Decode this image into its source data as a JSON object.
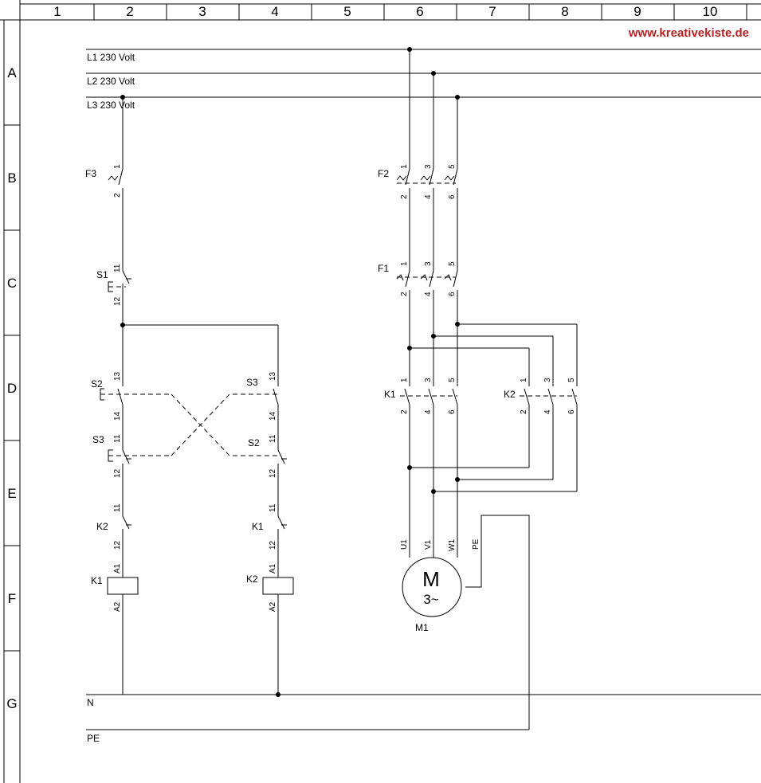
{
  "frame": {
    "columns": [
      "1",
      "2",
      "3",
      "4",
      "5",
      "6",
      "7",
      "8",
      "9",
      "10"
    ],
    "rows": [
      "A",
      "B",
      "C",
      "D",
      "E",
      "F",
      "G"
    ]
  },
  "website": "www.kreativekiste.de",
  "rails": {
    "l1": "L1 230 Volt",
    "l2": "L2 230 Volt",
    "l3": "L3 230 Volt",
    "n": "N",
    "pe": "PE"
  },
  "components": {
    "f3": "F3",
    "f2": "F2",
    "f1": "F1",
    "s1": "S1",
    "s2": "S2",
    "s3": "S3",
    "k1": "K1",
    "k2": "K2",
    "m1": "M1",
    "motor_m": "M",
    "motor_phase": "3~"
  },
  "pins": {
    "p1": "1",
    "p2": "2",
    "p3": "3",
    "p4": "4",
    "p5": "5",
    "p6": "6",
    "p11": "11",
    "p12": "12",
    "p13": "13",
    "p14": "14",
    "a1": "A1",
    "a2": "A2",
    "u1": "U1",
    "v1": "V1",
    "w1": "W1",
    "pe": "PE"
  }
}
